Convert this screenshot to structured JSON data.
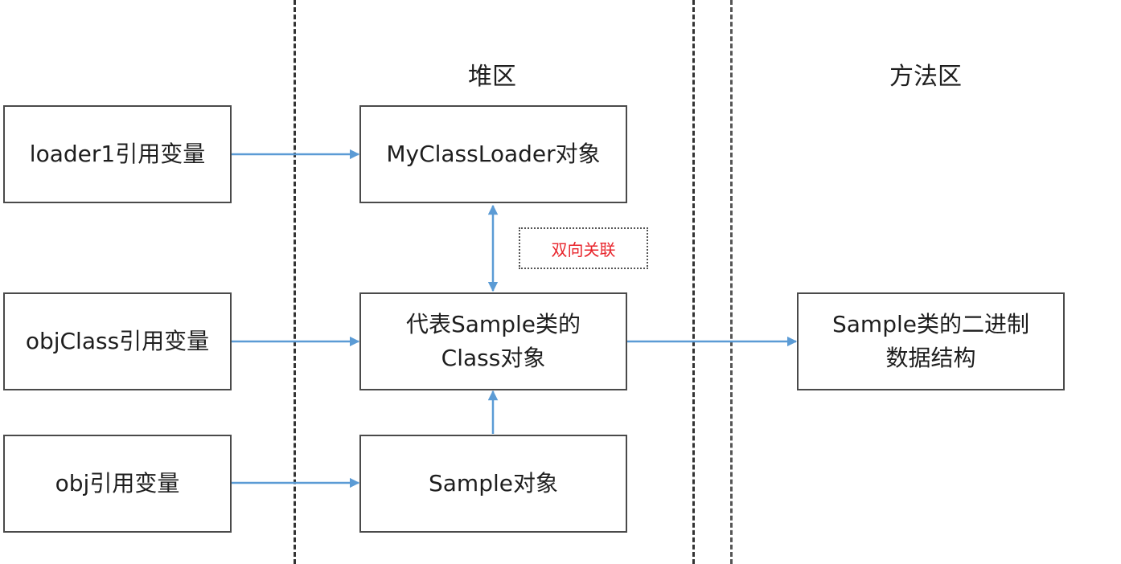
{
  "regions": {
    "heap": "堆区",
    "method_area": "方法区"
  },
  "stack_vars": {
    "loader1": "loader1引用变量",
    "objClass": "objClass引用变量",
    "obj": "obj引用变量"
  },
  "heap_objects": {
    "classloader_obj": "MyClassLoader对象",
    "class_obj_line1": "代表Sample类的",
    "class_obj_line2": "Class对象",
    "sample_obj": "Sample对象"
  },
  "method_area_items": {
    "binary_line1": "Sample类的二进制",
    "binary_line2": "数据结构"
  },
  "annotation": {
    "bidirectional": "双向关联",
    "color": "#e8242b"
  },
  "colors": {
    "arrow": "#5b9bd5",
    "border": "#4a4a4a"
  }
}
